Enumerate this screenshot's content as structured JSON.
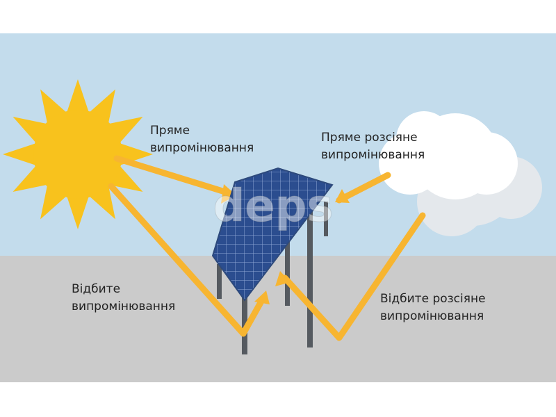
{
  "labels": {
    "direct": [
      "Пряме",
      "випромінювання"
    ],
    "diffuse": [
      "Пряме розсіяне",
      "випромінювання"
    ],
    "reflected": [
      "Відбите",
      "випромінювання"
    ],
    "reflected_diffuse": [
      "Відбите розсіяне",
      "випромінювання"
    ]
  },
  "watermark": "deps",
  "colors": {
    "sky": "#c3dcec",
    "ground": "#cbcbcb",
    "sun": "#f8c21d",
    "ray": "#f7b531",
    "panel": "#2b4d8f",
    "cloud": "#ffffff"
  }
}
